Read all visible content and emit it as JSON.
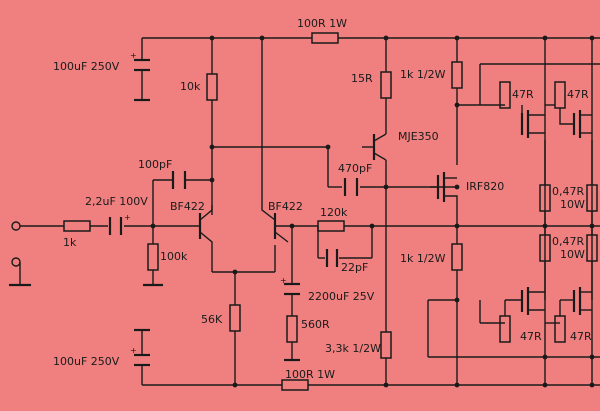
{
  "labels": {
    "r_fb_top": "100R 1W",
    "c_supply_top": "100uF 250V",
    "r_10k": "10k",
    "r_15r": "15R",
    "r_1k_half_w_top": "1k 1/2W",
    "q_mje350": "MJE350",
    "c_100pf": "100pF",
    "c_470pf": "470pF",
    "q_irf820": "IRF820",
    "c_input": "2,2uF 100V",
    "q_bf422_left": "BF422",
    "q_bf422_right": "BF422",
    "r_120k": "120k",
    "r_input_1k": "1k",
    "r_100k": "100k",
    "c_22pf": "22pF",
    "r_1k_half_w_bottom": "1k 1/2W",
    "r_047_top": "0,47R",
    "r_10w_top": "10W",
    "r_047_bottom": "0,47R",
    "r_10w_bottom": "10W",
    "c_2200uf": "2200uF 25V",
    "r_56k": "56K",
    "r_560r": "560R",
    "r_3k3": "3,3k 1/2W",
    "c_supply_bottom": "100uF 250V",
    "r_fb_bottom": "100R 1W",
    "r_47r_tl": "47R",
    "r_47r_tr": "47R",
    "r_47r_bl": "47R",
    "r_47r_br": "47R"
  },
  "polarity_mark": "+"
}
